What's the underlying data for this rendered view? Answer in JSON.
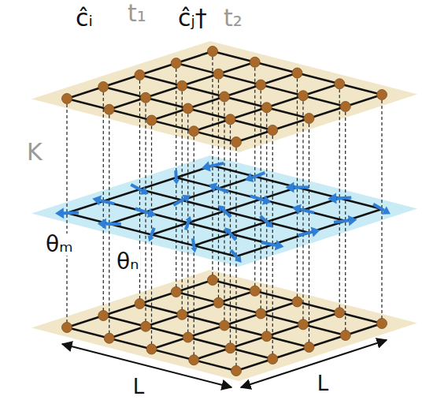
{
  "diagram": {
    "labels": [
      "ĉᵢ",
      "t₁",
      "ĉⱼ†",
      "t₂",
      "K",
      "θₘ",
      "θₙ",
      "L",
      "L"
    ]
  }
}
